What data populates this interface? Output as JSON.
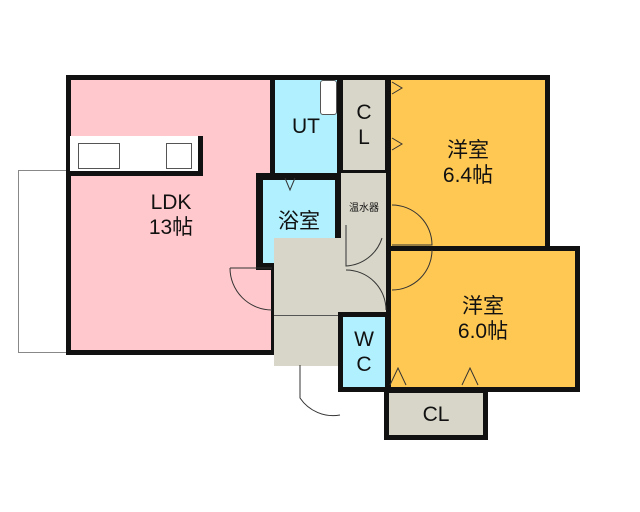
{
  "rooms": {
    "ldk": {
      "name": "LDK",
      "size": "13帖"
    },
    "ut": {
      "name": "UT"
    },
    "bath": {
      "name": "浴室"
    },
    "closet_top": {
      "name": "C\nL"
    },
    "water_heater": {
      "name": "温水器"
    },
    "wc": {
      "name": "W\nC"
    },
    "western_1": {
      "name": "洋室",
      "size": "6.4帖"
    },
    "western_2": {
      "name": "洋室",
      "size": "6.0帖"
    },
    "closet_bottom": {
      "name": "CL"
    }
  },
  "colors": {
    "ldk": "#FFC8CC",
    "wet": "#B0F0FF",
    "storage": "#D8D6C8",
    "western": "#FFC853"
  }
}
